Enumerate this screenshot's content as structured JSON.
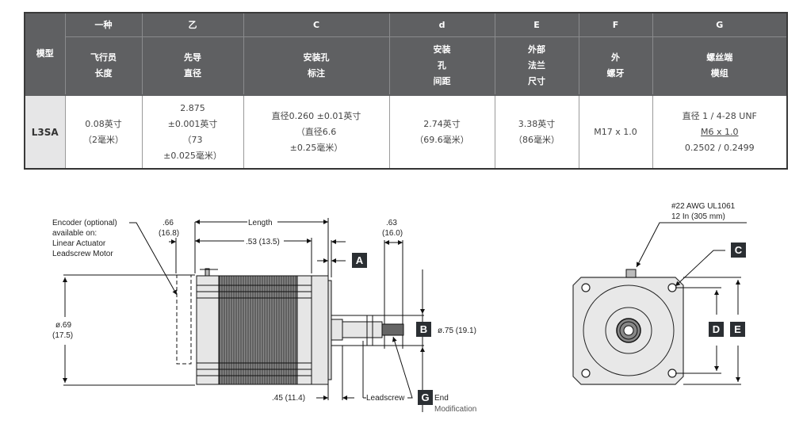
{
  "table": {
    "model_header": "模型",
    "columns": [
      {
        "letter": "一种",
        "label_lines": [
          "飞行员",
          "长度"
        ]
      },
      {
        "letter": "乙",
        "label_lines": [
          "先导",
          "直径"
        ]
      },
      {
        "letter": "C",
        "label_lines": [
          "安装孔",
          "标注"
        ]
      },
      {
        "letter": "d",
        "label_lines": [
          "安装",
          "孔",
          "间距"
        ]
      },
      {
        "letter": "E",
        "label_lines": [
          "外部",
          "法兰",
          "尺寸"
        ]
      },
      {
        "letter": "F",
        "label_lines": [
          "外",
          "螺牙"
        ]
      },
      {
        "letter": "G",
        "label_lines": [
          "螺丝端",
          "模组"
        ]
      }
    ],
    "rows": [
      {
        "model": "L3SA",
        "cells": [
          [
            "0.08英寸",
            "（2毫米）"
          ],
          [
            "2.875",
            "±0.001英寸",
            "（73",
            "±0.025毫米）"
          ],
          [
            "直径0.260 ±0.01英寸",
            "（直径6.6",
            "±0.25毫米）"
          ],
          [
            "2.74英寸",
            "（69.6毫米）"
          ],
          [
            "3.38英寸",
            "（86毫米）"
          ],
          [
            "M17 x 1.0"
          ],
          [
            "直径 1 / 4-28 UNF",
            "M6 x 1.0",
            "0.2502 / 0.2499"
          ]
        ]
      }
    ]
  },
  "drawing": {
    "side_view": {
      "encoder_note": [
        "Encoder (optional)",
        "available on:",
        "Linear Actuator",
        "Leadscrew Motor"
      ],
      "dim_066": [
        ".66",
        "(16.8)"
      ],
      "dim_length": "Length",
      "dim_053": ".53 (13.5)",
      "dim_063": [
        ".63",
        "(16.0)"
      ],
      "dim_069": [
        "ø.69",
        "(17.5)"
      ],
      "dim_075": "ø.75 (19.1)",
      "dim_045": ".45 (11.4)",
      "leadscrew_label": "Leadscrew",
      "end_mod_label": [
        "End",
        "Modification"
      ],
      "tags": [
        "A",
        "B",
        "G"
      ]
    },
    "front_view": {
      "wire_note": [
        "#22 AWG UL1061",
        "12 In (305 mm)"
      ],
      "tags": [
        "C",
        "D",
        "E"
      ]
    }
  }
}
